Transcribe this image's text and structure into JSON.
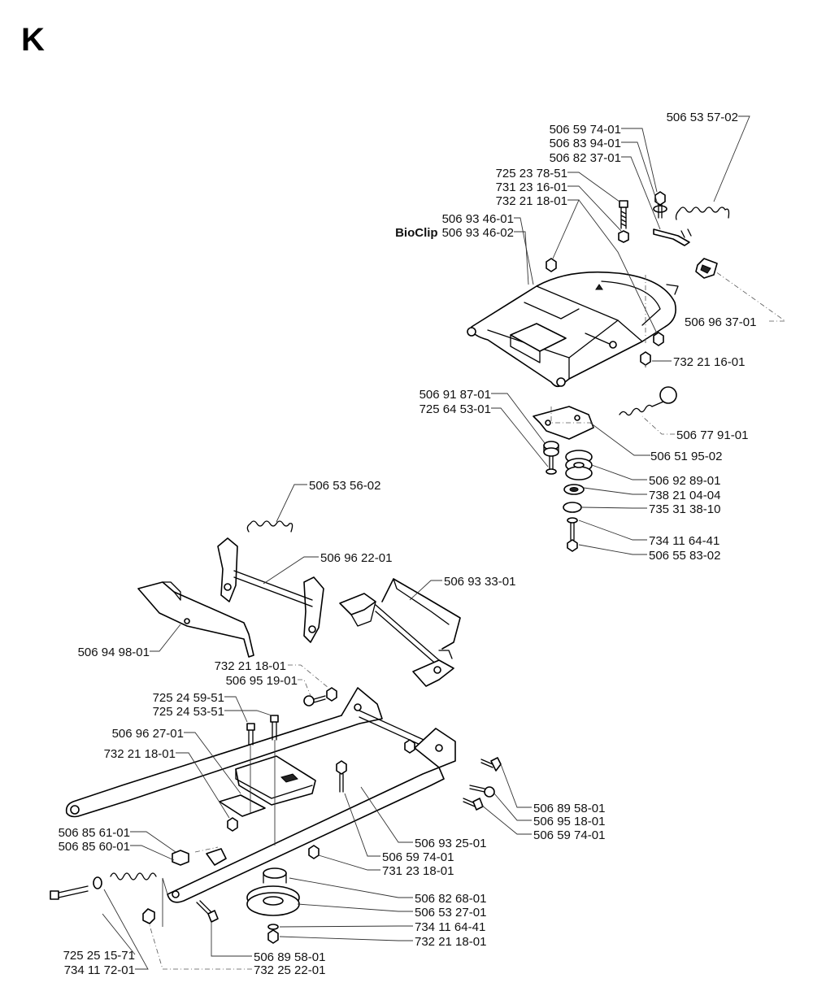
{
  "section_letter": "K",
  "callouts": [
    {
      "id": "c01",
      "text": "506 53 57-02"
    },
    {
      "id": "c02",
      "text": "506 59 74-01"
    },
    {
      "id": "c03",
      "text": "506 83 94-01"
    },
    {
      "id": "c04",
      "text": "506 82 37-01"
    },
    {
      "id": "c05",
      "text": "725 23 78-51"
    },
    {
      "id": "c06",
      "text": "731 23 16-01"
    },
    {
      "id": "c07",
      "text": "732 21 18-01"
    },
    {
      "id": "c08",
      "text": "506 93 46-01"
    },
    {
      "id": "c09",
      "prefix": "BioClip",
      "text": "506 93 46-02"
    },
    {
      "id": "c10",
      "text": "506 96 37-01"
    },
    {
      "id": "c11",
      "text": "732 21 16-01"
    },
    {
      "id": "c12",
      "text": "506 91 87-01"
    },
    {
      "id": "c13",
      "text": "725 64 53-01"
    },
    {
      "id": "c14",
      "text": "506 77 91-01"
    },
    {
      "id": "c15",
      "text": "506 51 95-02"
    },
    {
      "id": "c16",
      "text": "506 92 89-01"
    },
    {
      "id": "c17",
      "text": "738 21 04-04"
    },
    {
      "id": "c18",
      "text": "735 31 38-10"
    },
    {
      "id": "c19",
      "text": "734 11 64-41"
    },
    {
      "id": "c20",
      "text": "506 55 83-02"
    },
    {
      "id": "c21",
      "text": "506 53 56-02"
    },
    {
      "id": "c22",
      "text": "506 96 22-01"
    },
    {
      "id": "c23",
      "text": "506 93 33-01"
    },
    {
      "id": "c24",
      "text": "506 94 98-01"
    },
    {
      "id": "c25",
      "text": "732 21 18-01"
    },
    {
      "id": "c26",
      "text": "506 95 19-01"
    },
    {
      "id": "c27",
      "text": "725 24 59-51"
    },
    {
      "id": "c28",
      "text": "725 24 53-51"
    },
    {
      "id": "c29",
      "text": "506 96 27-01"
    },
    {
      "id": "c30",
      "text": "732 21 18-01"
    },
    {
      "id": "c31",
      "text": "506 89 58-01"
    },
    {
      "id": "c32",
      "text": "506 95 18-01"
    },
    {
      "id": "c33",
      "text": "506 59 74-01"
    },
    {
      "id": "c34",
      "text": "506 93 25-01"
    },
    {
      "id": "c35",
      "text": "506 85 61-01"
    },
    {
      "id": "c36",
      "text": "506 85 60-01"
    },
    {
      "id": "c37",
      "text": "506 59 74-01"
    },
    {
      "id": "c38",
      "text": "731 23 18-01"
    },
    {
      "id": "c39",
      "text": "506 82 68-01"
    },
    {
      "id": "c40",
      "text": "506 53 27-01"
    },
    {
      "id": "c41",
      "text": "734 11 64-41"
    },
    {
      "id": "c42",
      "text": "732 21 18-01"
    },
    {
      "id": "c43",
      "text": "725 25 15-71"
    },
    {
      "id": "c44",
      "text": "734 11 72-01"
    },
    {
      "id": "c45",
      "text": "506 89 58-01"
    },
    {
      "id": "c46",
      "text": "732 25 22-01"
    }
  ]
}
